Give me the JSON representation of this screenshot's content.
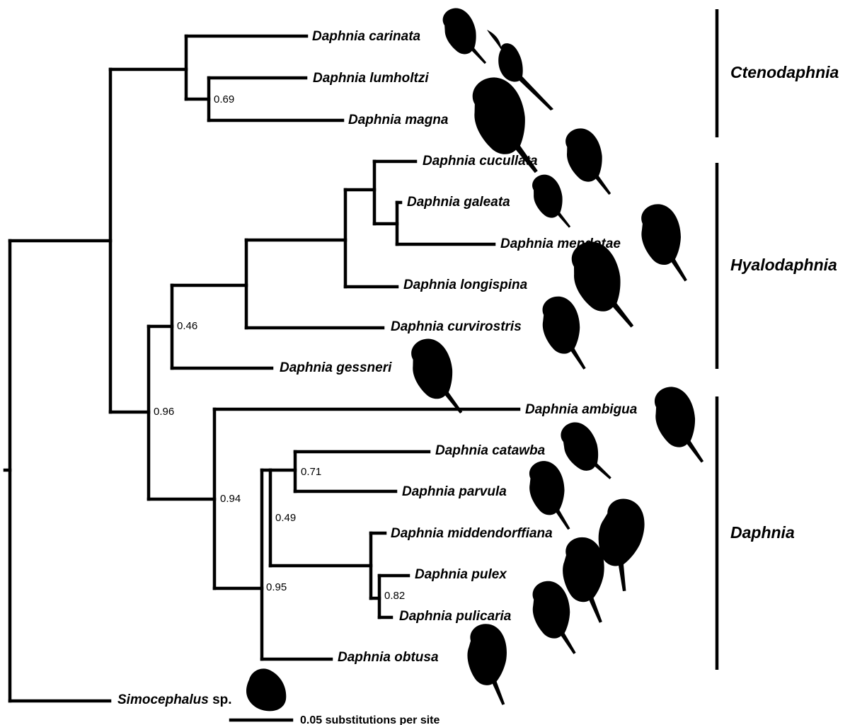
{
  "taxa": {
    "carinata": "Daphnia carinata",
    "lumholtzi": "Daphnia lumholtzi",
    "magna": "Daphnia magna",
    "cucullata": "Daphnia cucullata",
    "galeata": "Daphnia galeata",
    "mendotae": "Daphnia mendotae",
    "longispina": "Daphnia longispina",
    "curvirostris": "Daphnia curvirostris",
    "gessneri": "Daphnia gessneri",
    "ambigua": "Daphnia ambigua",
    "catawba": "Daphnia catawba",
    "parvula": "Daphnia parvula",
    "middendorffiana": "Daphnia middendorffiana",
    "pulex": "Daphnia pulex",
    "pulicaria": "Daphnia pulicaria",
    "obtusa": "Daphnia obtusa",
    "simocephalus_genus": "Simocephalus",
    "simocephalus_suffix": " sp."
  },
  "support": {
    "lumholtzi_magna": "0.69",
    "hyalodaphnia_gessneri": "0.46",
    "hyalo_daphnia": "0.96",
    "daphnia_clade": "0.94",
    "catawba_parvula": "0.71",
    "pulex_group": "0.49",
    "pulex_obtusa": "0.95",
    "pulex_pulicaria": "0.82"
  },
  "clades": {
    "ctenodaphnia": "Ctenodaphnia",
    "hyalodaphnia": "Hyalodaphnia",
    "daphnia": "Daphnia"
  },
  "scale": {
    "label": "0.05 substitutions per site"
  },
  "icons": {
    "silhouette": "daphnia-silhouette-icon"
  }
}
